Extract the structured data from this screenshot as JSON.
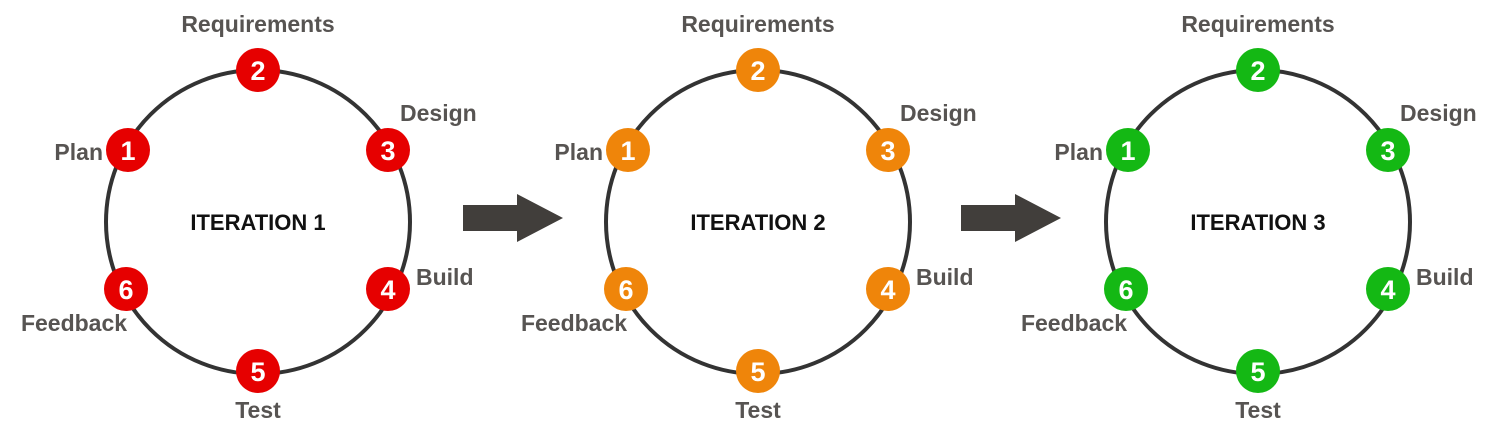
{
  "title": "Iterative development cycle",
  "steps": [
    {
      "num": "1",
      "label": "Plan"
    },
    {
      "num": "2",
      "label": "Requirements"
    },
    {
      "num": "3",
      "label": "Design"
    },
    {
      "num": "4",
      "label": "Build"
    },
    {
      "num": "5",
      "label": "Test"
    },
    {
      "num": "6",
      "label": "Feedback"
    }
  ],
  "iterations": [
    {
      "title": "ITERATION 1",
      "color": "#e60000"
    },
    {
      "title": "ITERATION 2",
      "color": "#ef850a"
    },
    {
      "title": "ITERATION 3",
      "color": "#14b814"
    }
  ],
  "colors": {
    "ring": "#333333",
    "label": "#575452",
    "arrow": "#413e3b",
    "number": "#ffffff"
  },
  "icons": {
    "arrow": "right-arrow-icon"
  }
}
